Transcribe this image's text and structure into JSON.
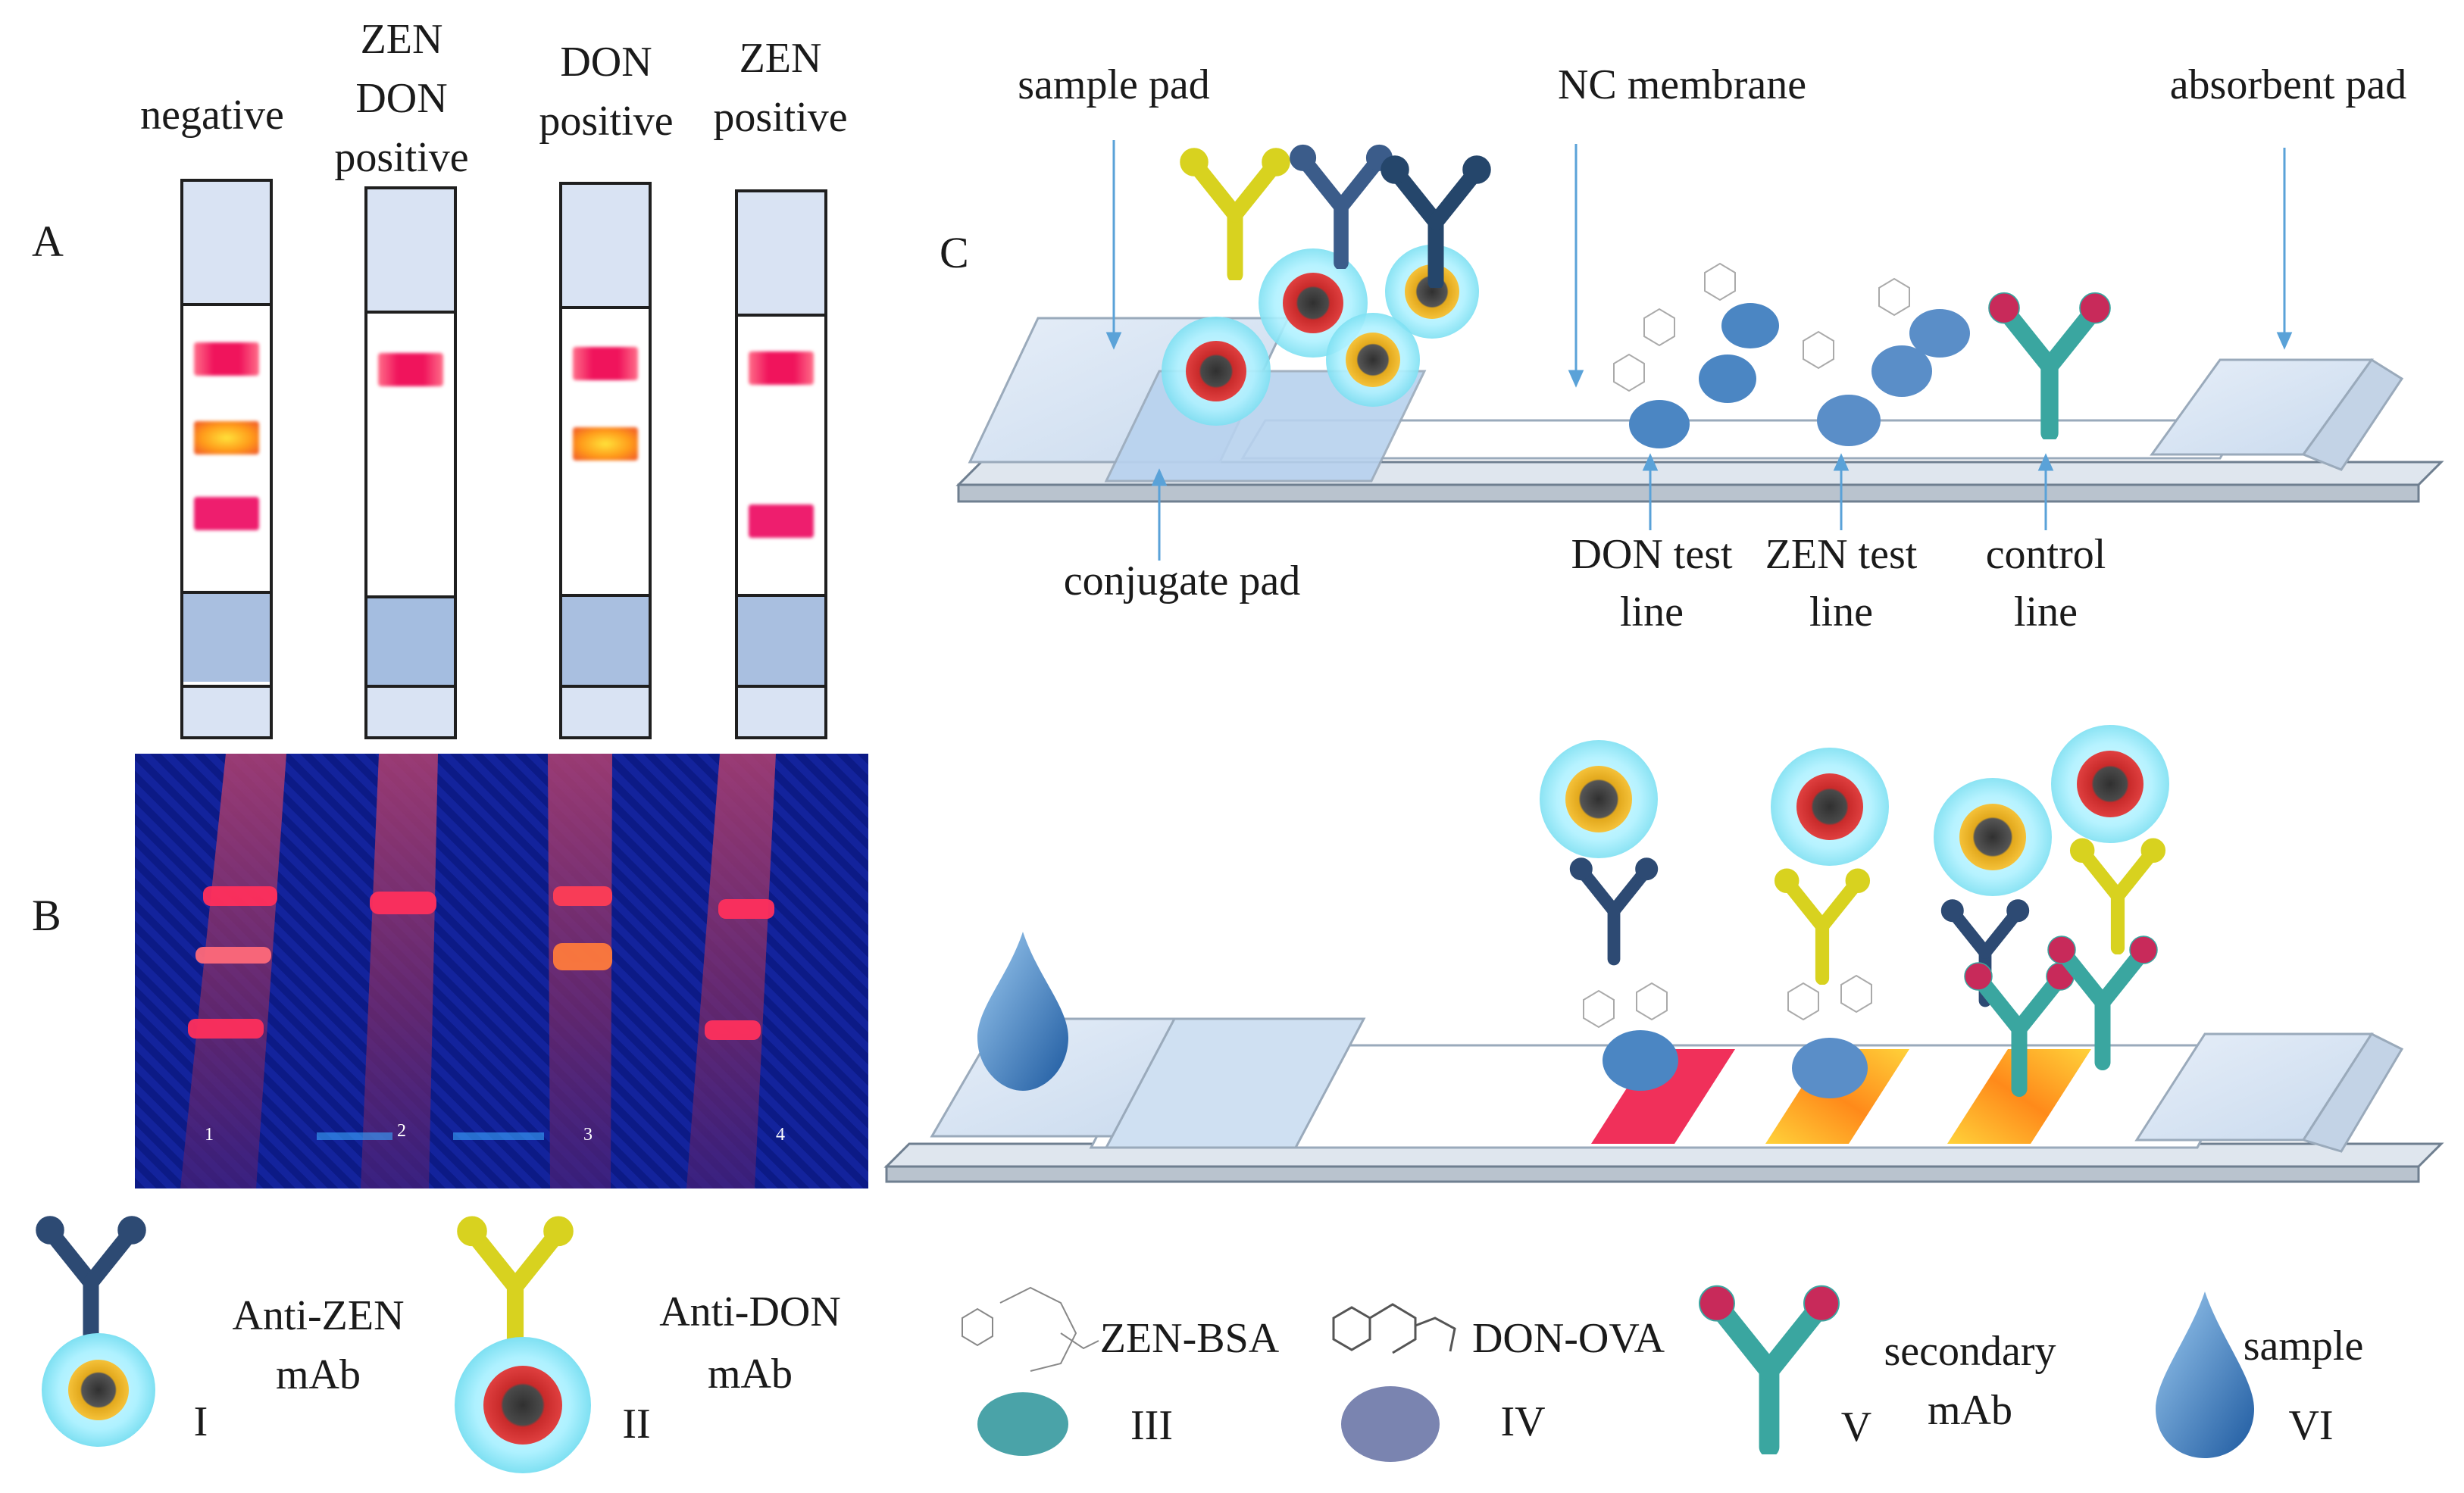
{
  "panel_labels": {
    "a": "A",
    "b": "B",
    "c": "C"
  },
  "strip_headers": {
    "negative": "negative",
    "zen_don_1": "ZEN",
    "zen_don_2": "DON",
    "zen_don_3": "positive",
    "don_1": "DON",
    "don_2": "positive",
    "zen_1": "ZEN",
    "zen_2": "positive"
  },
  "photo_numbers": [
    "1",
    "2",
    "3",
    "4"
  ],
  "strip_diagram_labels": {
    "sample_pad": "sample pad",
    "nc_membrane": "NC membrane",
    "absorbent_pad": "absorbent pad",
    "conjugate_pad": "conjugate pad",
    "don_test_line_1": "DON test",
    "don_test_line_2": "line",
    "zen_test_line_1": "ZEN test",
    "zen_test_line_2": "line",
    "control_line_1": "control",
    "control_line_2": "line"
  },
  "legend": {
    "anti_zen_1": "Anti-ZEN",
    "anti_zen_2": "mAb",
    "anti_zen_num": "I",
    "anti_don_1": "Anti-DON",
    "anti_don_2": "mAb",
    "anti_don_num": "II",
    "zen_bsa": "ZEN-BSA",
    "zen_bsa_num": "III",
    "don_ova": "DON-OVA",
    "don_ova_num": "IV",
    "secondary_1": "secondary",
    "secondary_2": "mAb",
    "secondary_num": "V",
    "sample": "sample",
    "sample_num": "VI"
  },
  "colors": {
    "pad": "#d6e4f3",
    "pad_dark": "#a7c4e4",
    "band_pink": "#f0145c",
    "band_orange": "#ff9a1a",
    "photo_bg": "#0e1e90"
  }
}
